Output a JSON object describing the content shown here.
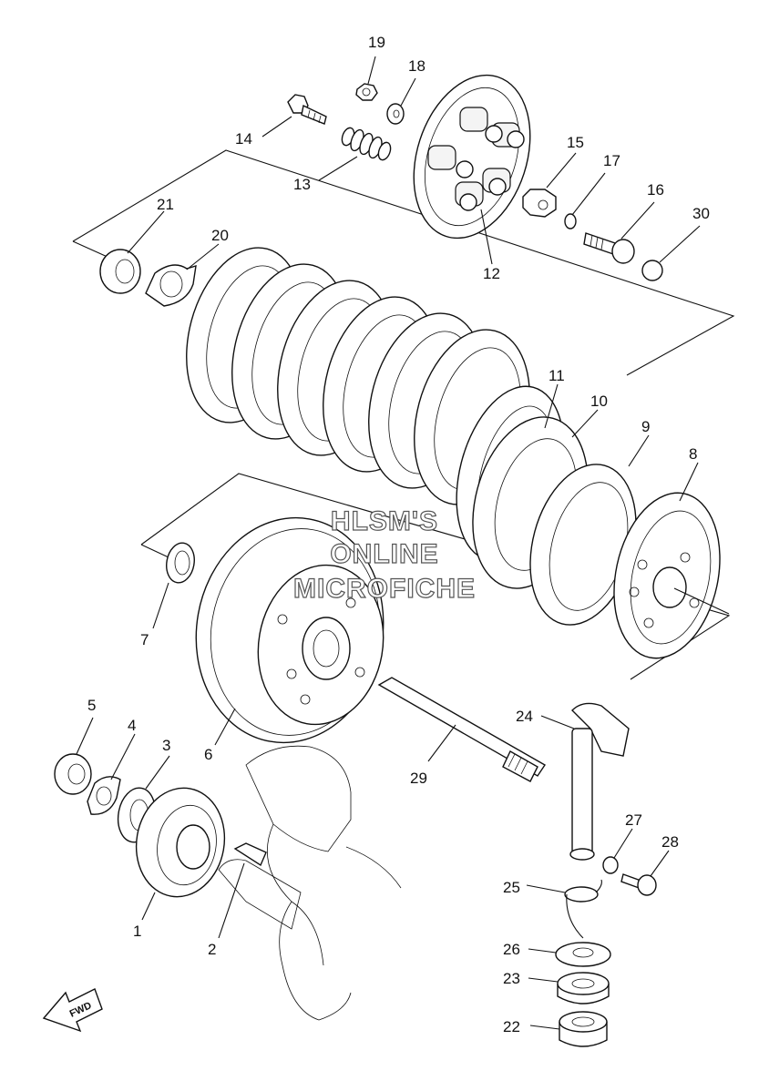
{
  "callouts": [
    {
      "id": "1",
      "label": "1"
    },
    {
      "id": "2",
      "label": "2"
    },
    {
      "id": "3",
      "label": "3"
    },
    {
      "id": "4",
      "label": "4"
    },
    {
      "id": "5",
      "label": "5"
    },
    {
      "id": "6",
      "label": "6"
    },
    {
      "id": "7",
      "label": "7"
    },
    {
      "id": "8",
      "label": "8"
    },
    {
      "id": "9",
      "label": "9"
    },
    {
      "id": "10",
      "label": "10"
    },
    {
      "id": "11",
      "label": "11"
    },
    {
      "id": "12",
      "label": "12"
    },
    {
      "id": "13",
      "label": "13"
    },
    {
      "id": "14",
      "label": "14"
    },
    {
      "id": "15",
      "label": "15"
    },
    {
      "id": "16",
      "label": "16"
    },
    {
      "id": "17",
      "label": "17"
    },
    {
      "id": "18",
      "label": "18"
    },
    {
      "id": "19",
      "label": "19"
    },
    {
      "id": "20",
      "label": "20"
    },
    {
      "id": "21",
      "label": "21"
    },
    {
      "id": "22",
      "label": "22"
    },
    {
      "id": "23",
      "label": "23"
    },
    {
      "id": "24",
      "label": "24"
    },
    {
      "id": "25",
      "label": "25"
    },
    {
      "id": "26",
      "label": "26"
    },
    {
      "id": "27",
      "label": "27"
    },
    {
      "id": "28",
      "label": "28"
    },
    {
      "id": "29",
      "label": "29"
    },
    {
      "id": "30",
      "label": "30"
    }
  ],
  "watermark": {
    "line1": "HLSM'S",
    "line2": "ONLINE",
    "line3": "MICROFICHE"
  },
  "fwd_label": "FWD"
}
